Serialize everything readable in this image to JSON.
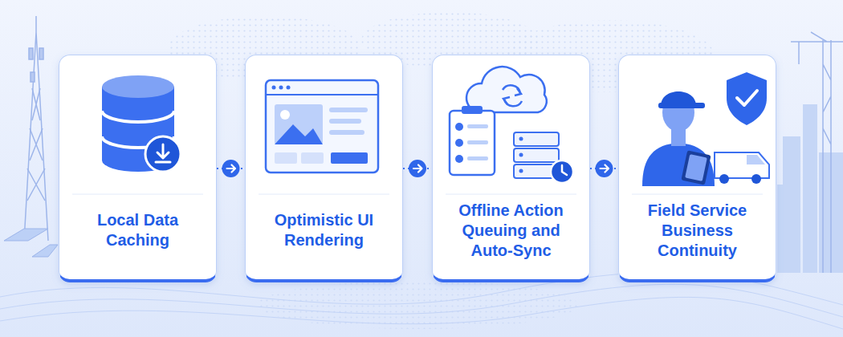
{
  "diagram": {
    "nodes": [
      {
        "text": [
          "Local Data Caching"
        ]
      },
      {
        "text": [
          "Optimistic UI Rendering"
        ]
      },
      {
        "text": [
          "Offline Action Queuing and Auto-Sync"
        ]
      },
      {
        "text": [
          "Field Service Business Continuity"
        ]
      }
    ],
    "edges": [
      {
        "from": 0,
        "to": 1,
        "arrow": "to"
      },
      {
        "from": 1,
        "to": 2,
        "arrow": "to"
      },
      {
        "from": 2,
        "to": 3,
        "arrow": "to"
      }
    ]
  }
}
